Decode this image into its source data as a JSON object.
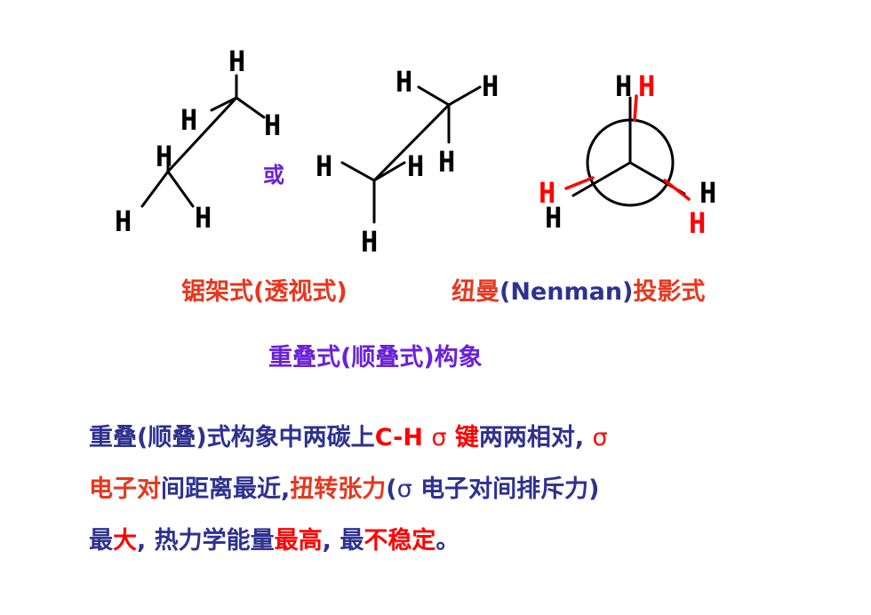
{
  "diagram": {
    "atom_label": "H",
    "or_label": "或",
    "colors": {
      "black": "#000000",
      "red": "#ff0000",
      "purple": "#6a22d8"
    }
  },
  "captions": {
    "sawhorse": "锯架式(透视式)",
    "newman_prefix": "纽曼",
    "newman_name": "(Nenman)",
    "newman_suffix": "投影式",
    "title": "重叠式(顺叠式)构象"
  },
  "paragraph": {
    "line1": {
      "a": "重叠(顺叠)式构象中两碳上",
      "b": "C-H",
      "c": "σ",
      "d": "键",
      "e": "两两相对,",
      "f": "σ"
    },
    "line2": {
      "a": "电子对",
      "b": "间距离最近,",
      "c": "扭转张力",
      "d": "(",
      "e": "σ",
      "f": "电子对间排斥力)"
    },
    "line3": {
      "a": "最",
      "b": "大",
      "c": ", 热力学能量",
      "d": "最高",
      "e": ", 最",
      "f": "不稳定",
      "g": "。"
    }
  },
  "colors": {
    "navy": "#2e3190",
    "orange_red": "#e8361e",
    "red": "#ff0000",
    "purple": "#6a22d8"
  }
}
